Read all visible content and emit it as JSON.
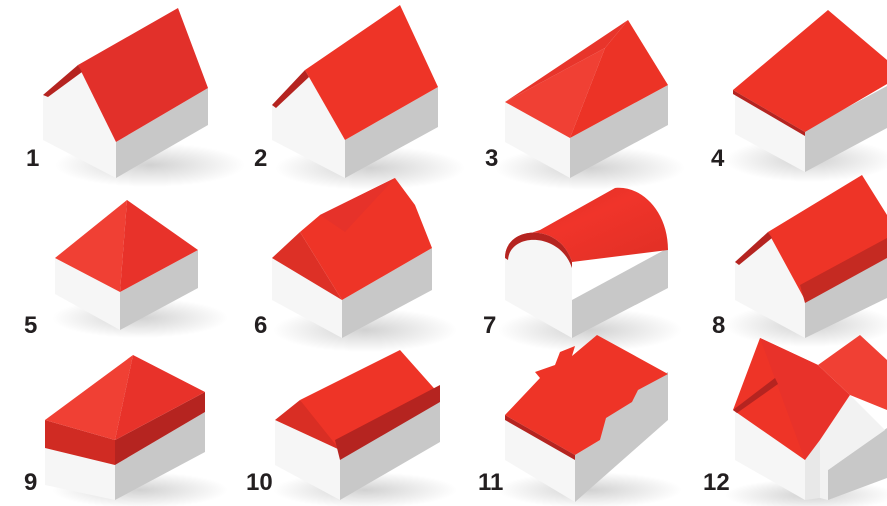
{
  "colors": {
    "roof_light": "#f0342a",
    "roof_dark": "#d92e24",
    "roof_shade": "#b52420",
    "wall_front": "#f6f6f6",
    "wall_side": "#c8c8c8",
    "wall_gable": "#ececec",
    "label": "#231f20"
  },
  "houses": [
    {
      "number": "1",
      "roof": "gable"
    },
    {
      "number": "2",
      "roof": "gable"
    },
    {
      "number": "3",
      "roof": "hip"
    },
    {
      "number": "4",
      "roof": "flat-slope"
    },
    {
      "number": "5",
      "roof": "pyramid"
    },
    {
      "number": "6",
      "roof": "gambrel"
    },
    {
      "number": "7",
      "roof": "barrel"
    },
    {
      "number": "8",
      "roof": "gable-with-step"
    },
    {
      "number": "9",
      "roof": "mansard"
    },
    {
      "number": "10",
      "roof": "hip-gable"
    },
    {
      "number": "11",
      "roof": "sawtooth"
    },
    {
      "number": "12",
      "roof": "cross-gable"
    }
  ]
}
